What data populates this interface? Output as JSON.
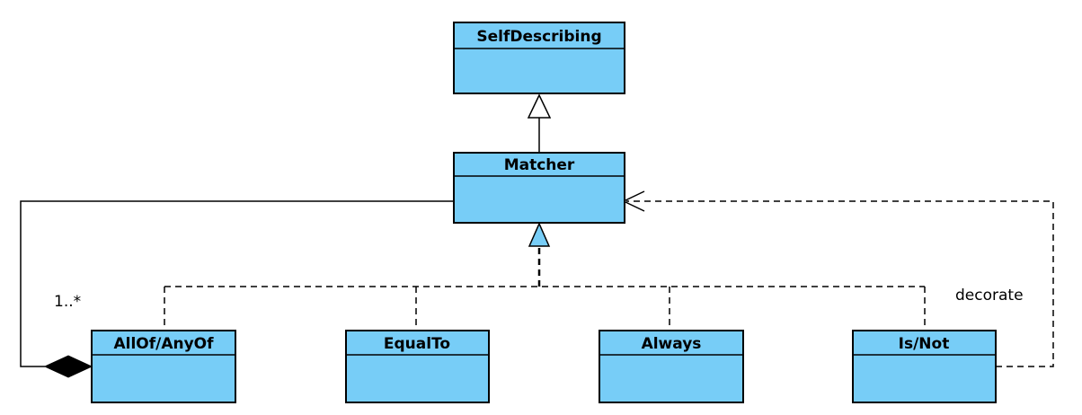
{
  "colors": {
    "class_fill": "#77CDF7",
    "stroke": "#000000",
    "background": "#FFFFFF"
  },
  "classes": {
    "selfdescribing": "SelfDescribing",
    "matcher": "Matcher",
    "allof": "AllOf/AnyOf",
    "equalto": "EqualTo",
    "always": "Always",
    "isnot": "Is/Not"
  },
  "labels": {
    "multiplicity": "1..*",
    "decorate": "decorate"
  }
}
